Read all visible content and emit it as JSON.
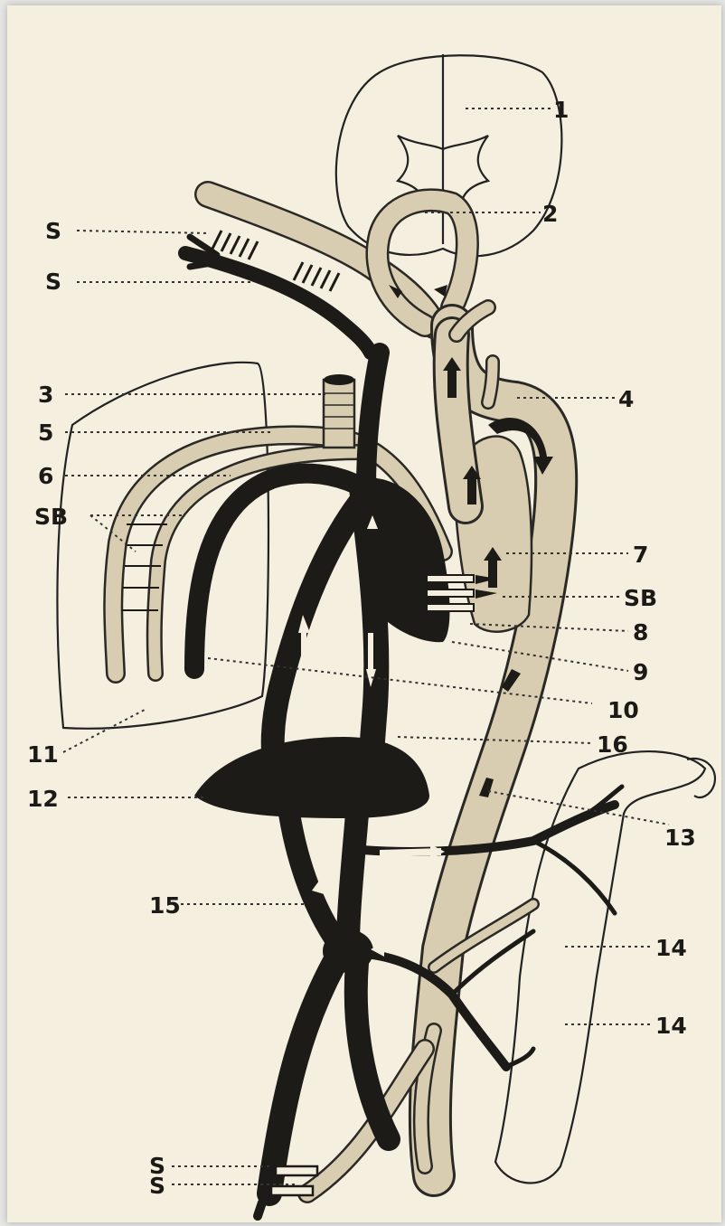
{
  "diagram": {
    "labels": {
      "l1": "1",
      "l2": "2",
      "l3": "3",
      "l4": "4",
      "l5": "5",
      "l6": "6",
      "l7": "7",
      "l8": "8",
      "l9": "9",
      "l10": "10",
      "l11": "11",
      "l12": "12",
      "l13": "13",
      "l14a": "14",
      "l14b": "14",
      "l15": "15",
      "l16": "16",
      "s1": "S",
      "s2": "S",
      "s3": "S",
      "s4": "S",
      "sb_left": "SB",
      "sb_right": "SB"
    },
    "colors": {
      "paper": "#f4efdf",
      "artery": "#d8cdb0",
      "vein": "#1d1b18",
      "outline": "#2b2925"
    }
  }
}
